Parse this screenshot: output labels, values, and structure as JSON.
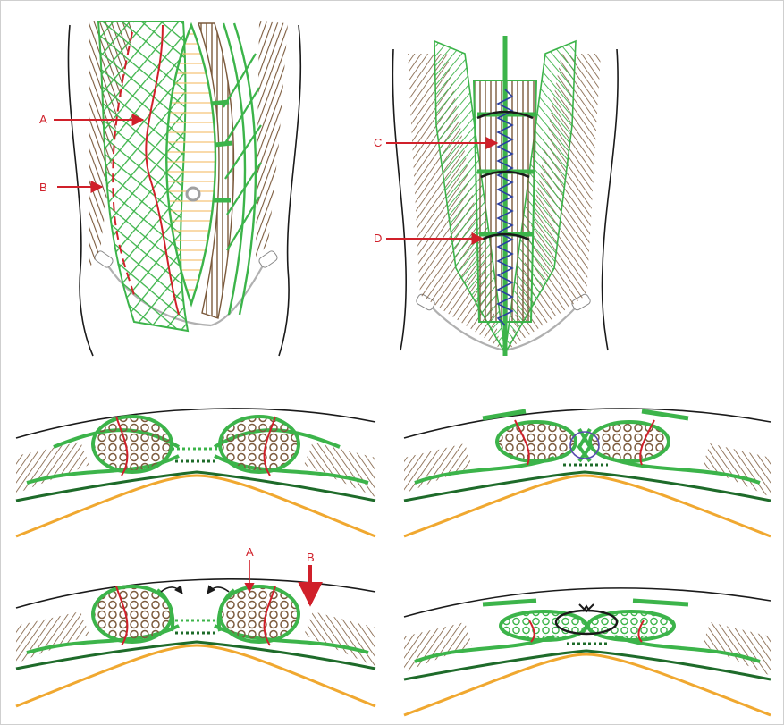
{
  "labels": {
    "top_left_A": "A",
    "top_left_B": "B",
    "top_right_C": "C",
    "top_right_D": "D",
    "bottom_A": "A",
    "bottom_B": "B"
  },
  "colors": {
    "muscle_brown": "#7b5a3c",
    "fascia_green": "#3cb44a",
    "dark_green": "#1e6b2a",
    "peritoneum_orange": "#f0a830",
    "arrow_red": "#d0202a",
    "suture_blue": "#2a3fa0",
    "outline": "#1a1a1a",
    "bone_gray": "#b0b0b0",
    "linea_orange": "#f5c070"
  }
}
